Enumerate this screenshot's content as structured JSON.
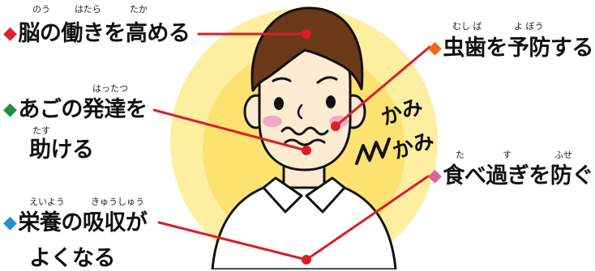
{
  "colors": {
    "leader_line": "#d81e28",
    "diamond_red": "#e0202e",
    "diamond_orange": "#ec6a1c",
    "diamond_green": "#1e8f46",
    "diamond_pink": "#e0609a",
    "diamond_blue": "#1e8fd6",
    "glow_outer": "#fdeea0",
    "glow_inner": "#fbd94a",
    "hair": "#6b3818",
    "skin": "#fdebd2",
    "cheek": "#f3aac4"
  },
  "icons": [
    "diamond-icon"
  ],
  "labels": {
    "brain": {
      "diamond": "◆",
      "text": "脳の働きを高める",
      "ruby1": "のう",
      "ruby2": "はたら",
      "ruby3": "たか"
    },
    "cavity": {
      "diamond": "◆",
      "text": "虫歯を予防する",
      "ruby1": "むし ば",
      "ruby2": "よ ぼう"
    },
    "jaw": {
      "diamond": "◆",
      "line1": "あごの発達を",
      "line2": "助ける",
      "ruby1": "はったつ",
      "ruby2": "たす"
    },
    "overeat": {
      "diamond": "◆",
      "text": "食べ過ぎを防ぐ",
      "ruby1": "た",
      "ruby2": "す",
      "ruby3": "ふせ"
    },
    "nutrition": {
      "diamond": "◆",
      "line1": "栄養の吸収が",
      "line2": "よくなる",
      "ruby1": "えいよう",
      "ruby2": "きゅうしゅう"
    }
  },
  "sound_effect": {
    "line1": "かみ",
    "line2": "かみ"
  }
}
